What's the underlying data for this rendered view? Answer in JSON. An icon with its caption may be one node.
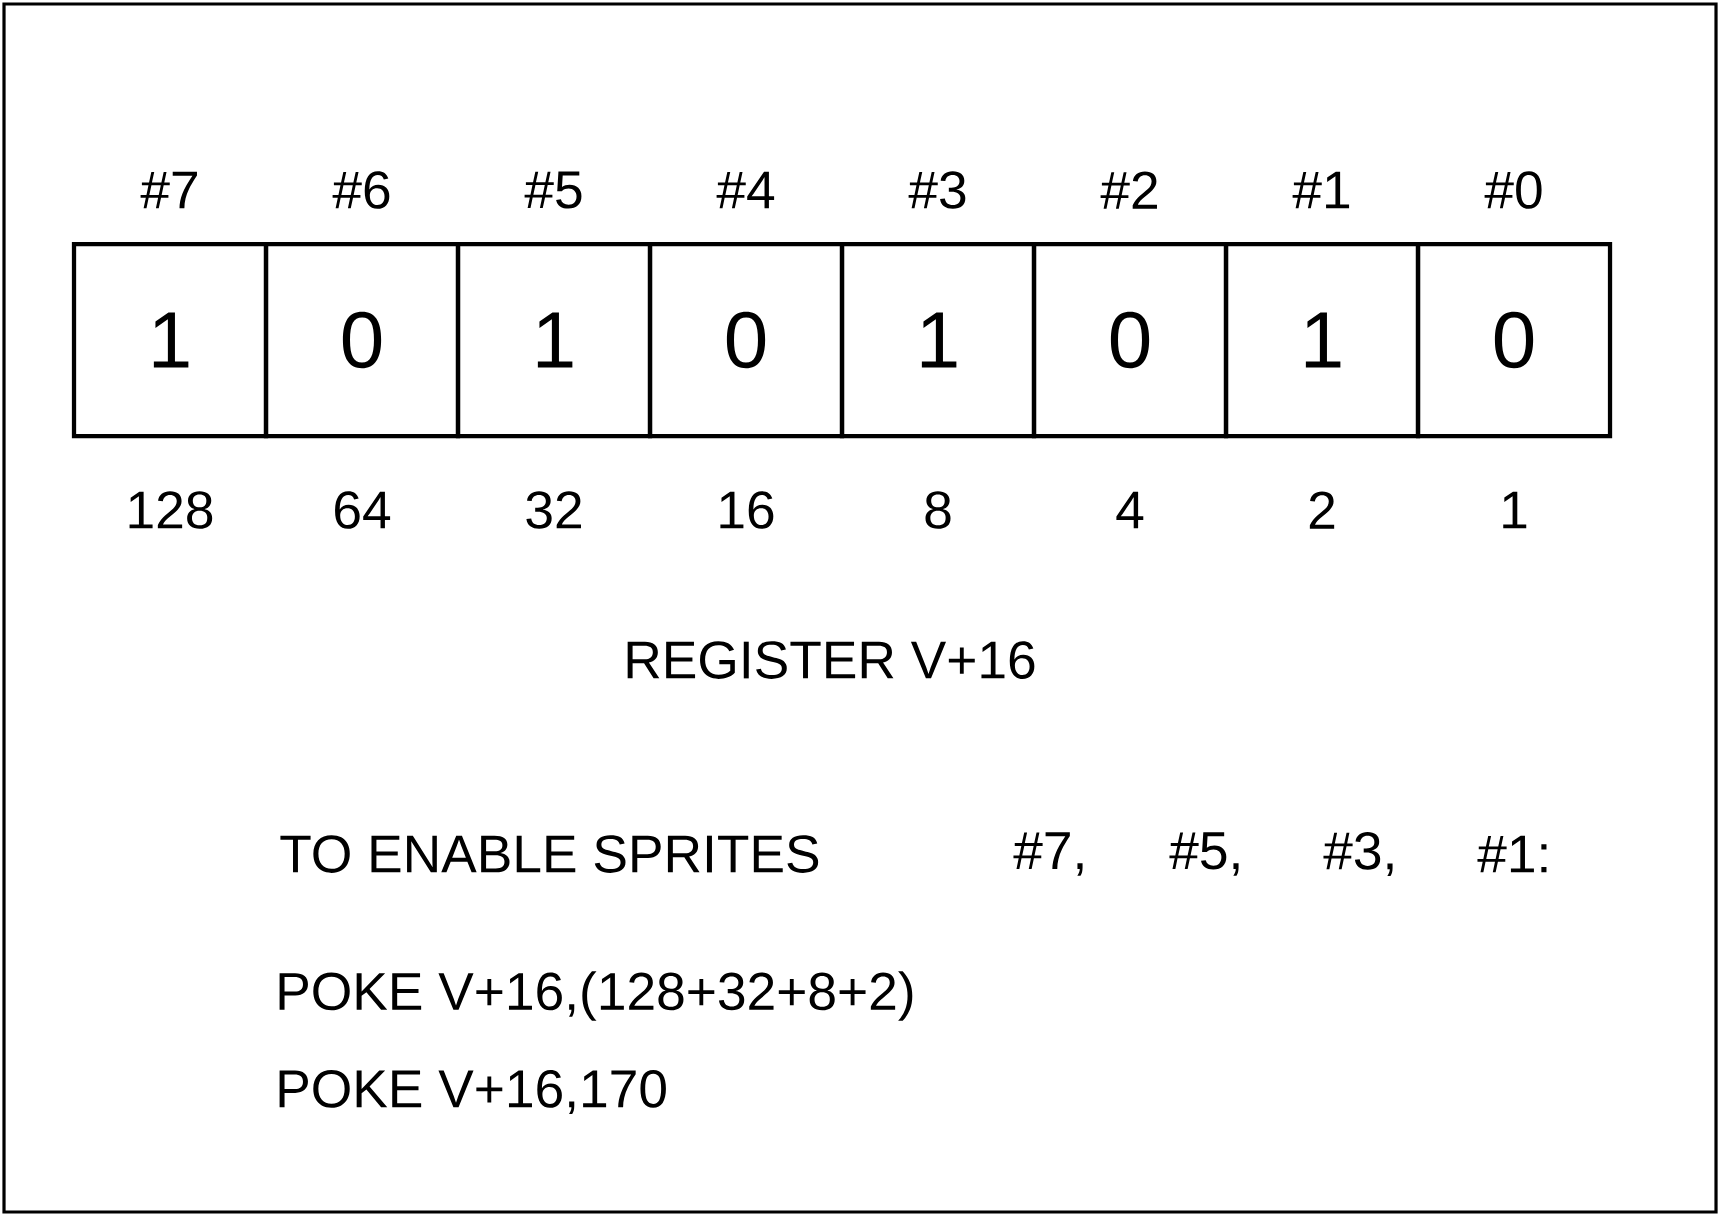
{
  "diagram": {
    "nodes": [
      {
        "text": [
          "1"
        ]
      },
      {
        "text": [
          "0"
        ]
      },
      {
        "text": [
          "1"
        ]
      },
      {
        "text": [
          "0"
        ]
      },
      {
        "text": [
          "1"
        ]
      },
      {
        "text": [
          "0"
        ]
      },
      {
        "text": [
          "1"
        ]
      },
      {
        "text": [
          "0"
        ]
      }
    ],
    "edges": [],
    "labels": [
      "#7",
      "#6",
      "#5",
      "#4",
      "#3",
      "#2",
      "#1",
      "#0",
      "128",
      "64",
      "32",
      "16",
      "8",
      "4",
      "2",
      "1",
      "REGISTER V+16",
      "TO ENABLE SPRITES",
      "#7,",
      "#5,",
      "#3,",
      "#1:",
      "POKE V+16,(128+32+8+2)",
      "POKE V+16,170"
    ]
  }
}
